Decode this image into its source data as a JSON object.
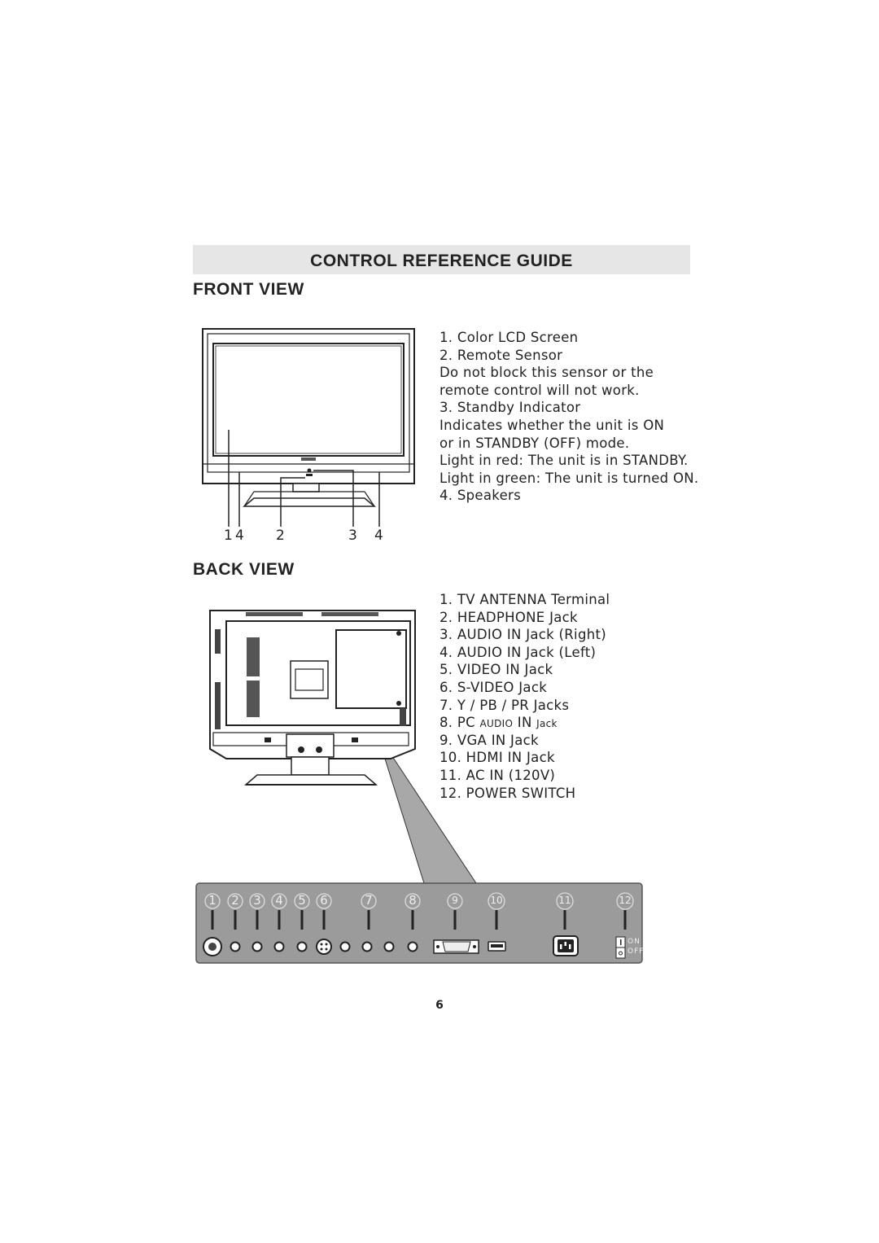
{
  "title": "CONTROL REFERENCE GUIDE",
  "front_view": {
    "heading": "FRONT VIEW",
    "items": [
      "1. Color LCD Screen",
      "2. Remote Sensor",
      "Do not block this sensor or the",
      "remote control will not work.",
      "3. Standby Indicator",
      "Indicates whether the unit is ON",
      "or in STANDBY (OFF) mode.",
      "Light in red: The unit is in STANDBY.",
      "Light in green: The unit is turned ON.",
      "4. Speakers"
    ],
    "callouts": [
      "1",
      "4",
      "2",
      "3",
      "4"
    ]
  },
  "back_view": {
    "heading": "BACK VIEW",
    "items": [
      "1. TV ANTENNA Terminal",
      "2. HEADPHONE Jack",
      "3. AUDIO IN Jack (Right)",
      "4. AUDIO IN Jack (Left)",
      "5. VIDEO IN Jack",
      "6. S-VIDEO Jack",
      "7. Y / PB / PR Jacks",
      "9. VGA IN Jack",
      "10. HDMI IN Jack",
      "11. AC IN (120V)",
      "12. POWER SWITCH"
    ],
    "item_8": {
      "prefix": "8. PC ",
      "small1": "AUDIO",
      "mid": " IN ",
      "small2": "Jack"
    },
    "panel_labels": [
      "1",
      "2",
      "3",
      "4",
      "5",
      "6",
      "7",
      "8",
      "9",
      "10",
      "11",
      "12"
    ],
    "switch_on": "ON",
    "switch_off": "OFF"
  },
  "page_number": "6"
}
